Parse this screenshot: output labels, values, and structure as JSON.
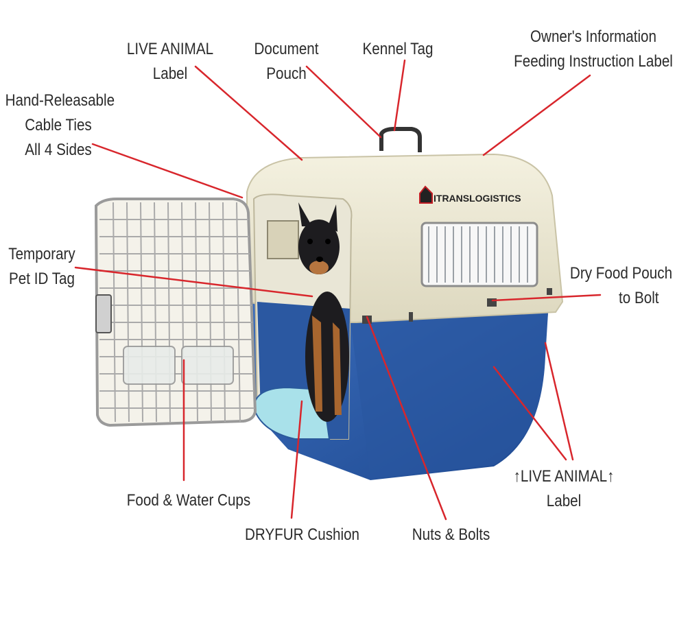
{
  "brand": {
    "name": "ITRANSLOGISTICS"
  },
  "labels": {
    "live_animal_top": [
      "LIVE ANIMAL",
      "Label"
    ],
    "document_pouch": [
      "Document",
      "Pouch"
    ],
    "kennel_tag": [
      "Kennel Tag"
    ],
    "owners_info": [
      "Owner's Information",
      "Feeding Instruction Label"
    ],
    "cable_ties": [
      "Hand-Releasable",
      "Cable Ties",
      "All 4 Sides"
    ],
    "pet_id_tag": [
      "Temporary",
      "Pet ID Tag"
    ],
    "dry_food_pouch": [
      "Dry Food Pouch",
      "to Bolt"
    ],
    "food_water_cups": [
      "Food & Water Cups"
    ],
    "dryfur_cushion": [
      "DRYFUR Cushion"
    ],
    "nuts_bolts": [
      "Nuts & Bolts"
    ],
    "live_animal_bottom": [
      "↑LIVE ANIMAL↑",
      "Label"
    ]
  },
  "colors": {
    "leader_line": "#d8262c",
    "shell_top": "#ece8d2",
    "shell_bottom": "#2f5da6",
    "door_wire": "#9a9a9a"
  }
}
